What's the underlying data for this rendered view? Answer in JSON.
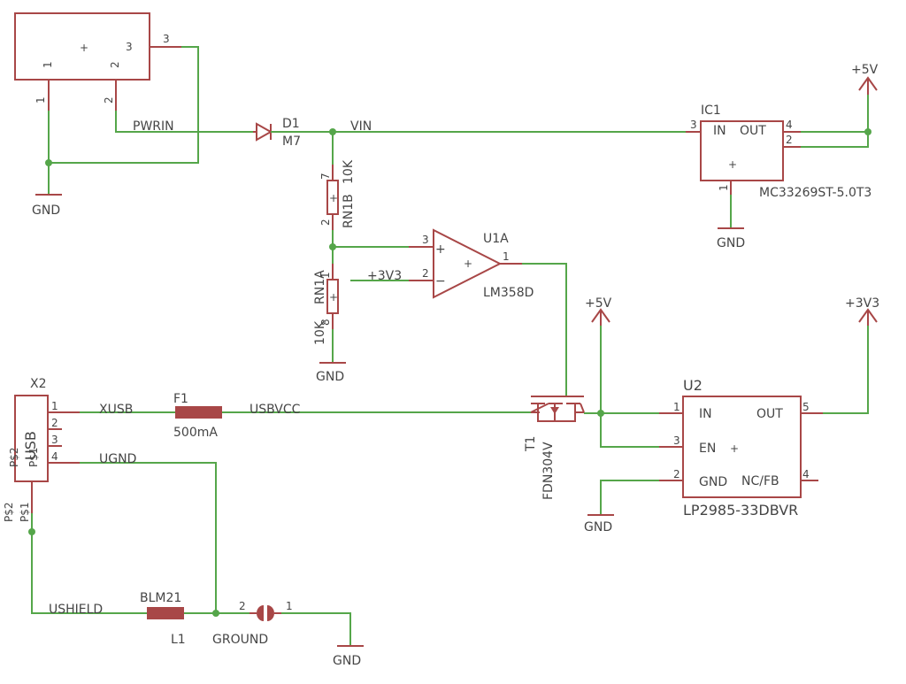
{
  "connector_top": {
    "pin1": "1",
    "pin2": "2",
    "pin3": "3",
    "plus": "+"
  },
  "ground_symbols": {
    "gnd1": "GND",
    "gnd2": "GND",
    "gnd3": "GND",
    "gnd4": "GND",
    "gnd5": "GND"
  },
  "nets": {
    "pwrin": "PWRIN",
    "vin": "VIN",
    "xusb": "XUSB",
    "ugnd": "UGND",
    "usbvcc": "USBVCC",
    "ushield": "USHIELD"
  },
  "diode": {
    "name": "D1",
    "value": "M7"
  },
  "regulator_ic1": {
    "name": "IC1",
    "pin_in": "IN",
    "pin_out": "OUT",
    "value": "MC33269ST-5.0T3",
    "pin3": "3",
    "pin4": "4",
    "pin2": "2",
    "pin1": "1",
    "plus": "+"
  },
  "supplies": {
    "p5v_a": "+5V",
    "p5v_b": "+5V",
    "p3v3_a": "+3V3",
    "p3v3_b": "+3V3"
  },
  "resistor_rn1b": {
    "name": "RN1B",
    "value": "10K",
    "pin7": "7",
    "pin2": "2",
    "plus": "+"
  },
  "resistor_rn1a": {
    "name": "RN1A",
    "value": "10K",
    "pin1": "1",
    "pin8": "8",
    "plus": "+"
  },
  "opamp_u1a": {
    "name": "U1A",
    "value": "LM358D",
    "pin3": "3",
    "pin2": "2",
    "pin1": "1",
    "plus_in": "+",
    "minus_in": "−",
    "plus": "+"
  },
  "usb_connector": {
    "name": "X2",
    "label": "USB",
    "pin1": "1",
    "pin2": "2",
    "pin3": "3",
    "pin4": "4",
    "ps1": "P$1",
    "ps2": "P$2"
  },
  "fuse_f1": {
    "name": "F1",
    "value": "500mA"
  },
  "mosfet_t1": {
    "name": "T1",
    "value": "FDN304V"
  },
  "regulator_u2": {
    "name": "U2",
    "value": "LP2985-33DBVR",
    "pin_in": "IN",
    "pin_out": "OUT",
    "pin_en": "EN",
    "pin_gnd": "GND",
    "pin_ncfb": "NC/FB",
    "pin1": "1",
    "pin2": "2",
    "pin3": "3",
    "pin4": "4",
    "pin5": "5",
    "plus": "+"
  },
  "inductor_l1": {
    "name": "L1",
    "value": "BLM21"
  },
  "jumper_ground": {
    "name": "GROUND",
    "pin1": "1",
    "pin2": "2"
  }
}
